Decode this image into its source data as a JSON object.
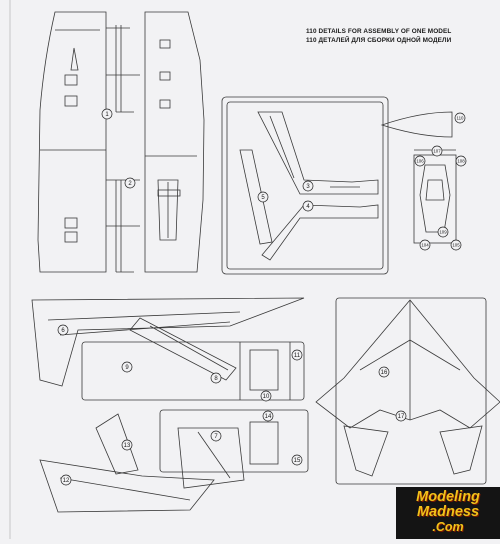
{
  "header": {
    "line1": "110 DETAILS FOR ASSEMBLY OF ONE MODEL",
    "line2": "110 ДЕТАЛЕЙ ДЛЯ СБОРКИ ОДНОЙ МОДЕЛИ"
  },
  "part_numbers": [
    "1",
    "2",
    "3",
    "4",
    "5",
    "6",
    "7",
    "8",
    "9",
    "10",
    "11",
    "12",
    "13",
    "14",
    "15",
    "16",
    "17",
    "104",
    "105",
    "106",
    "107",
    "108",
    "109",
    "110"
  ],
  "watermark": {
    "line1": "Modeling",
    "line2": "Madness",
    "line3": ".Com"
  }
}
